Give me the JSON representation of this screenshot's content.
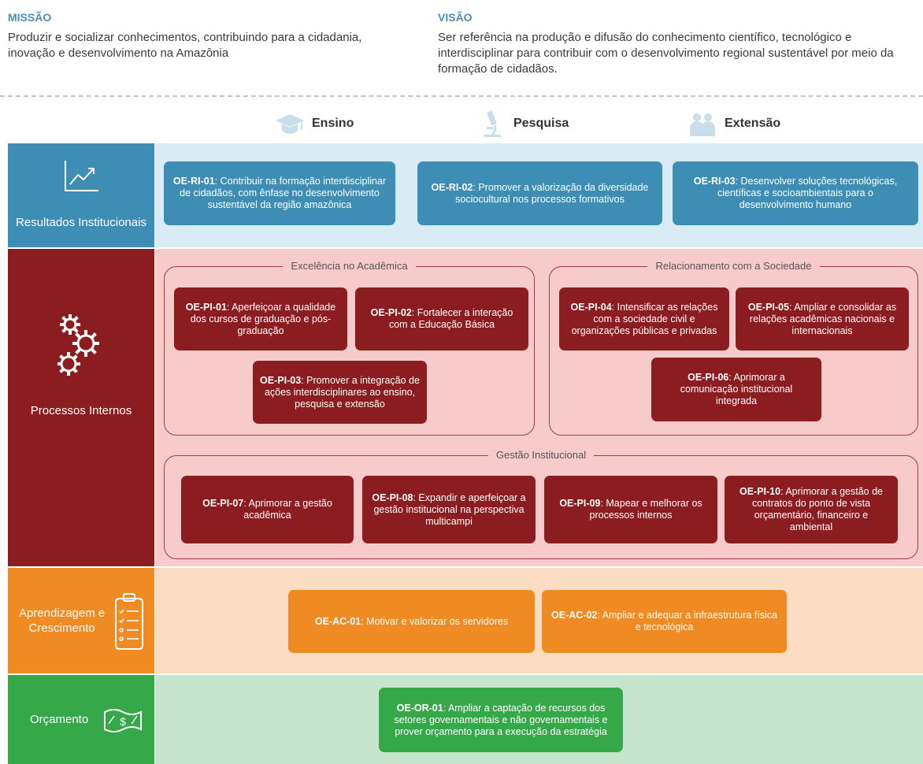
{
  "header": {
    "mission": {
      "title": "MISSÃO",
      "text": "Produzir e socializar conhecimentos, contribuindo para a cidadania, inovação e desenvolvimento na Amazônia"
    },
    "vision": {
      "title": "VISÃO",
      "text": "Ser referência na produção e difusão do conhecimento científico, tecnológico e interdisciplinar para contribuir com o desenvolvimento regional sustentável por meio da formação de cidadãos."
    }
  },
  "pillars": [
    {
      "label": "Ensino",
      "icon": "graduation-cap-icon"
    },
    {
      "label": "Pesquisa",
      "icon": "microscope-icon"
    },
    {
      "label": "Extensão",
      "icon": "people-icon"
    }
  ],
  "rows": {
    "resultados": {
      "label": "Resultados Institucionais",
      "icon": "trend-chart-icon",
      "items": [
        {
          "code": "OE-RI-01",
          "text": ": Contribuir na formação interdisciplinar de cidadãos, com ênfase no desenvolvimento sustentável da região amazônica"
        },
        {
          "code": "OE-RI-02",
          "text": ": Promover a valorização da diversidade sociocultural nos processos formativos"
        },
        {
          "code": "OE-RI-03",
          "text": ": Desenvolver soluções tecnológicas, científicas e socioambientais para o desenvolvimento humano"
        }
      ]
    },
    "processos": {
      "label": "Processos Internos",
      "icon": "gears-icon",
      "groups": {
        "excelencia": "Excelência no Acadêmica",
        "relacionamento": "Relacionamento com a Sociedade",
        "gestao": "Gestão Institucional"
      },
      "items": [
        {
          "code": "OE-PI-01",
          "text": ": Aperfeiçoar a qualidade dos cursos de graduação e pós-graduação"
        },
        {
          "code": "OE-PI-02",
          "text": ": Fortalecer a interação com a Educação Básica"
        },
        {
          "code": "OE-PI-03",
          "text": ": Promover a integração de ações interdisciplinares ao ensino, pesquisa e extensão"
        },
        {
          "code": "OE-PI-04",
          "text": ": Intensificar as relações com a sociedade civil e organizações públicas e privadas"
        },
        {
          "code": "OE-PI-05",
          "text": ": Ampliar e consolidar as relações acadêmicas nacionais e internacionais"
        },
        {
          "code": "OE-PI-06",
          "text": ": Aprimorar a comunicação institucional integrada"
        },
        {
          "code": "OE-PI-07",
          "text": ": Aprimorar a gestão acadêmica"
        },
        {
          "code": "OE-PI-08",
          "text": ": Expandir e aperfeiçoar a gestão institucional na perspectiva multicampi"
        },
        {
          "code": "OE-PI-09",
          "text": ": Mapear e melhorar os processos internos"
        },
        {
          "code": "OE-PI-10",
          "text": ": Aprimorar a gestão de contratos do ponto de vista orçamentário, financeiro e ambiental"
        }
      ]
    },
    "aprendizagem": {
      "label_line1": "Aprendizagem e",
      "label_line2": "Crescimento",
      "icon": "clipboard-checklist-icon",
      "items": [
        {
          "code": "OE-AC-01",
          "text": ": Motivar e valorizar os servidores"
        },
        {
          "code": "OE-AC-02",
          "text": ": Ampliar e adequar a infraestrutura física e tecnológica"
        }
      ]
    },
    "orcamento": {
      "label": "Orçamento",
      "icon": "money-bill-icon",
      "items": [
        {
          "code": "OE-OR-01",
          "text": ":  Ampliar a captação de recursos dos setores governamentais e não governamentais e prover orçamento para a execução da estratégia"
        }
      ]
    }
  },
  "colors": {
    "blue_row_bg": "#d9ecf6",
    "blue_side": "#3d8db5",
    "red_row_bg": "#f8cbcb",
    "red_side": "#8b1c1f",
    "orange_row_bg": "#fcdcc3",
    "orange_side": "#f08a23",
    "green_row_bg": "#c7e5cd",
    "green_side": "#35a94a",
    "header_title": "#4a8db7"
  }
}
